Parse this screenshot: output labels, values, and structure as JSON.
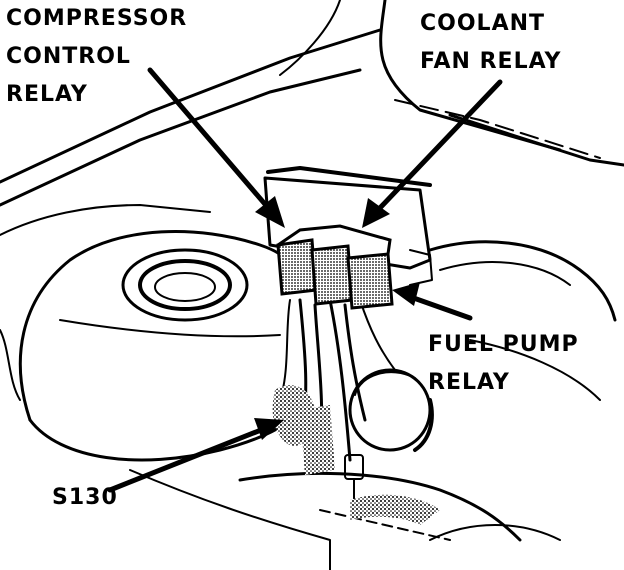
{
  "labels": {
    "compressor_control_relay": [
      "COMPRESSOR",
      "CONTROL",
      "RELAY"
    ],
    "coolant_fan_relay": [
      "COOLANT",
      "FAN RELAY"
    ],
    "fuel_pump_relay": [
      "FUEL PUMP",
      "RELAY"
    ],
    "s130": "S130"
  },
  "colors": {
    "ink": "#000000",
    "paper": "#ffffff",
    "relay_shade": "#8a8a8a"
  }
}
